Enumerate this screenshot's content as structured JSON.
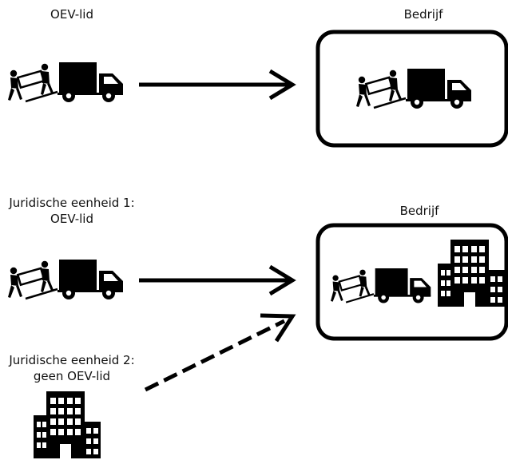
{
  "scenario_1": {
    "source_label": "OEV-lid",
    "target_label": "Bedrijf",
    "source_icon": "moving-truck-icon",
    "target_icons": [
      "moving-truck-icon"
    ]
  },
  "scenario_2": {
    "source_1_label_line1": "Juridische eenheid 1:",
    "source_1_label_line2": "OEV-lid",
    "source_2_label_line1": "Juridische eenheid 2:",
    "source_2_label_line2": "geen OEV-lid",
    "target_label": "Bedrijf",
    "source_1_icon": "moving-truck-icon",
    "source_2_icon": "office-building-icon",
    "target_icons": [
      "moving-truck-icon",
      "office-building-icon"
    ]
  },
  "colors": {
    "ink": "#000000",
    "background": "#ffffff"
  }
}
